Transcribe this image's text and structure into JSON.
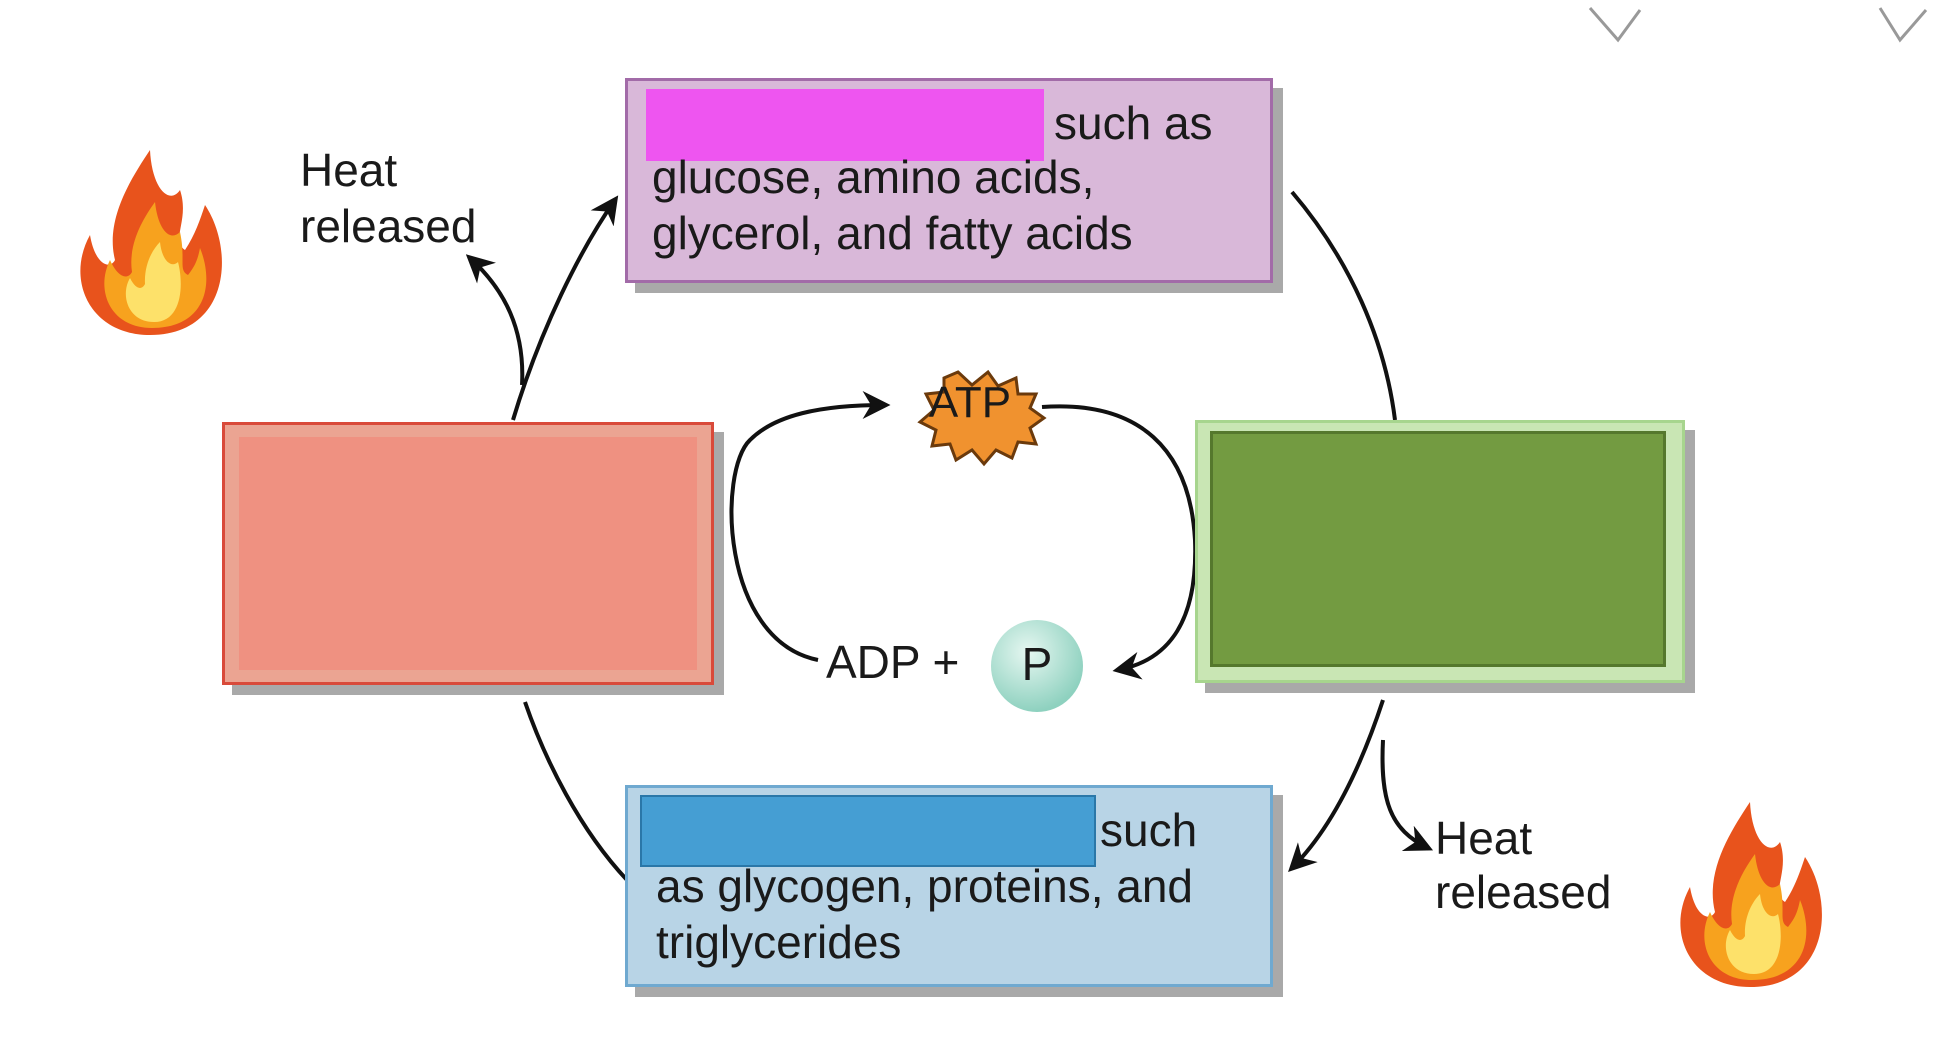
{
  "top_box": {
    "suffix": "such as",
    "line2": "glucose, amino acids,",
    "line3": "glycerol, and fatty acids"
  },
  "bottom_box": {
    "suffix": "such",
    "line2": "as glycogen, proteins, and",
    "line3": "triglycerides"
  },
  "heat_left": {
    "line1": "Heat",
    "line2": "released"
  },
  "heat_right": {
    "line1": "Heat",
    "line2": "released"
  },
  "atp_label": "ATP",
  "adp_label": "ADP +",
  "phosphate_label": "P",
  "colors": {
    "top_box_fill": "#d9b8d9",
    "top_blank": "#ee55f0",
    "bottom_box_fill": "#b8d4e6",
    "bottom_blank": "#459ed3",
    "left_box_fill": "#ef9181",
    "right_box_fill": "#739b41",
    "atp_burst": "#f0922f",
    "phosphate": "#a9ded0"
  },
  "icons": [
    "flame-icon",
    "flame-icon",
    "arrow-icon"
  ]
}
